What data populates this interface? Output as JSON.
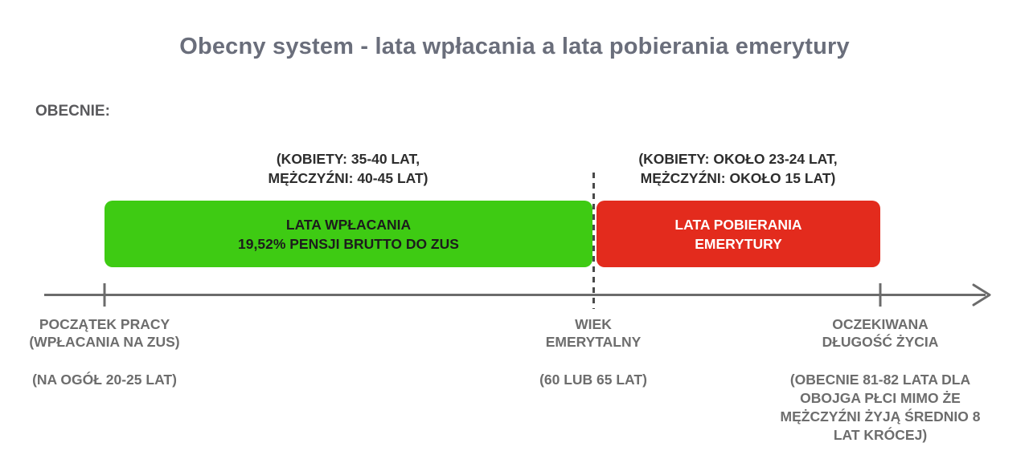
{
  "title": "Obecny system - lata wpłacania a lata pobierania emerytury",
  "section_label": "OBECNIE:",
  "contribution_bar": {
    "annotation": "(KOBIETY: 35-40 LAT,\nMĘŻCZYŹNI: 40-45 LAT)",
    "label": "LATA WPŁACANIA\n19,52% PENSJI BRUTTO DO ZUS",
    "color": "#3ecb13"
  },
  "pension_bar": {
    "annotation": "(KOBIETY: OKOŁO 23-24 LAT,\nMĘŻCZYŹNI: OKOŁO 15 LAT)",
    "label": "LATA POBIERANIA\nEMERYTURY",
    "color": "#e32b1d"
  },
  "timeline": {
    "markers": [
      {
        "label": "POCZĄTEK PRACY\n(WPŁACANIA NA ZUS)",
        "detail": "(NA OGÓŁ 20-25 LAT)"
      },
      {
        "label": "WIEK\nEMERYTALNY",
        "detail": "(60 LUB 65 LAT)"
      },
      {
        "label": "OCZEKIWANA\nDŁUGOŚĆ ŻYCIA",
        "detail": "(OBECNIE 81-82 LATA DLA\nOBOJGA PŁCI MIMO ŻE\nMĘŻCZYŹNI ŻYJĄ ŚREDNIO 8\nLAT KRÓCEJ)"
      }
    ]
  },
  "colors": {
    "axis": "#6b6b6b",
    "divider": "#4a4a4a",
    "title_text": "#6a6e7b",
    "annotation_text": "#2d2d2d",
    "marker_text": "#6d6d6d"
  }
}
